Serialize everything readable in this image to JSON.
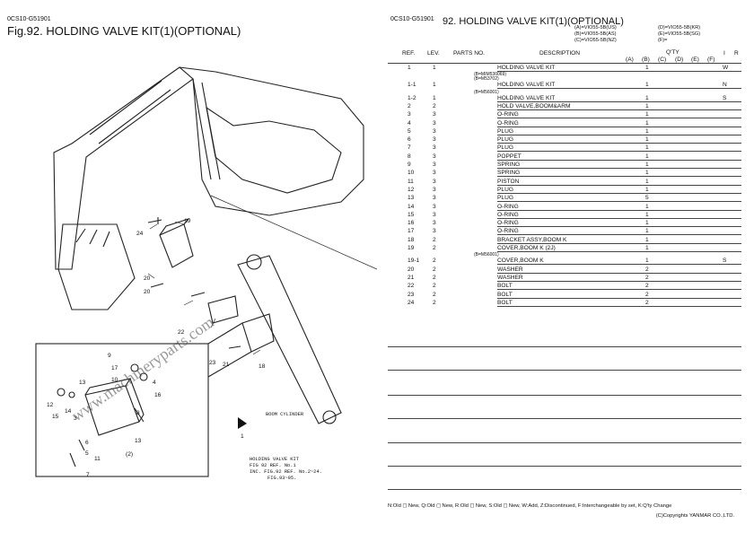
{
  "left": {
    "page_code": "0CS10-G51901",
    "fig_title": "Fig.92.  HOLDING VALVE KIT(1)(OPTIONAL)",
    "watermark": "www.machineryparts.com",
    "callouts": [
      "19",
      "24",
      "20",
      "20",
      "22",
      "21",
      "23",
      "18",
      "13",
      "9",
      "17",
      "10",
      "4",
      "16",
      "12",
      "15",
      "14",
      "3",
      "6",
      "8",
      "5",
      "(2)",
      "11",
      "7",
      "1",
      "13"
    ],
    "boom_cylinder_label": "BOOM CYLINDER",
    "note_lines": [
      "HOLDING VALVE KIT",
      "FIG 92 REF. No.1",
      "INC. FIG.92 REF. No.2~24.",
      "FIG.93~95."
    ]
  },
  "right": {
    "page_code": "0CS10-G51901",
    "title": "92.  HOLDING VALVE KIT(1)(OPTIONAL)",
    "variants_left": [
      "(A)=VIO55-5B(US)",
      "(B)=VIO55-5B(AS)",
      "(C)=VIO55-5B(NZ)"
    ],
    "variants_right": [
      "(D)=VIO55-5B(KR)",
      "(E)=VIO55-5B(SG)",
      "(F)="
    ],
    "headers": {
      "ref": "REF.",
      "lev": "LEV.",
      "parts": "PARTS NO.",
      "desc": "DESCRIPTION",
      "qty": "Q'TY",
      "i": "I",
      "r": "R",
      "a": "(A)",
      "b": "(B)",
      "c": "(C)",
      "d": "(D)",
      "e": "(E)",
      "f": "(F)"
    },
    "rows": [
      {
        "ref": "1",
        "lev": "1",
        "desc": "HOLDING VALVE KIT",
        "qty": "1",
        "ir": "W",
        "sub": "(B=MIM530069)"
      },
      {
        "ref": "1-1",
        "lev": "1",
        "desc": "HOLDING VALVE KIT",
        "qty": "1",
        "ir": "N",
        "sub": "(B=M53702)"
      },
      {
        "ref": "1-2",
        "lev": "1",
        "desc": "HOLDING VALVE KIT",
        "qty": "1",
        "ir": "S",
        "sub": "(B=M56001)"
      },
      {
        "ref": "2",
        "lev": "2",
        "desc": "HOLD VALVE,BOOM&ARM",
        "qty": "1",
        "ir": ""
      },
      {
        "ref": "3",
        "lev": "3",
        "desc": "O-RING",
        "qty": "1",
        "ir": ""
      },
      {
        "ref": "4",
        "lev": "3",
        "desc": "O-RING",
        "qty": "1",
        "ir": ""
      },
      {
        "ref": "5",
        "lev": "3",
        "desc": "PLUG",
        "qty": "1",
        "ir": ""
      },
      {
        "ref": "6",
        "lev": "3",
        "desc": "PLUG",
        "qty": "1",
        "ir": ""
      },
      {
        "ref": "7",
        "lev": "3",
        "desc": "PLUG",
        "qty": "1",
        "ir": ""
      },
      {
        "ref": "8",
        "lev": "3",
        "desc": "POPPET",
        "qty": "1",
        "ir": ""
      },
      {
        "ref": "9",
        "lev": "3",
        "desc": "SPRING",
        "qty": "1",
        "ir": ""
      },
      {
        "ref": "10",
        "lev": "3",
        "desc": "SPRING",
        "qty": "1",
        "ir": ""
      },
      {
        "ref": "11",
        "lev": "3",
        "desc": "PISTON",
        "qty": "1",
        "ir": ""
      },
      {
        "ref": "12",
        "lev": "3",
        "desc": "PLUG",
        "qty": "1",
        "ir": ""
      },
      {
        "ref": "13",
        "lev": "3",
        "desc": "PLUG",
        "qty": "5",
        "ir": ""
      },
      {
        "ref": "14",
        "lev": "3",
        "desc": "O-RING",
        "qty": "1",
        "ir": ""
      },
      {
        "ref": "15",
        "lev": "3",
        "desc": "O-RING",
        "qty": "1",
        "ir": ""
      },
      {
        "ref": "16",
        "lev": "3",
        "desc": "O-RING",
        "qty": "1",
        "ir": ""
      },
      {
        "ref": "17",
        "lev": "3",
        "desc": "O-RING",
        "qty": "1",
        "ir": ""
      },
      {
        "ref": "18",
        "lev": "2",
        "desc": "BRACKET ASSY,BOOM K",
        "qty": "1",
        "ir": ""
      },
      {
        "ref": "19",
        "lev": "2",
        "desc": "COVER,BOOM K (2J)",
        "qty": "1",
        "ir": ""
      },
      {
        "ref": "19-1",
        "lev": "2",
        "desc": "COVER,BOOM K",
        "qty": "1",
        "ir": "S",
        "sub": "(B=M56001)"
      },
      {
        "ref": "20",
        "lev": "2",
        "desc": "WASHER",
        "qty": "2",
        "ir": ""
      },
      {
        "ref": "21",
        "lev": "2",
        "desc": "WASHER",
        "qty": "2",
        "ir": ""
      },
      {
        "ref": "22",
        "lev": "2",
        "desc": "BOLT",
        "qty": "2",
        "ir": ""
      },
      {
        "ref": "23",
        "lev": "2",
        "desc": "BOLT",
        "qty": "2",
        "ir": ""
      },
      {
        "ref": "24",
        "lev": "2",
        "desc": "BOLT",
        "qty": "2",
        "ir": ""
      }
    ],
    "footer": "N:Old ◻ New, Q:Old ◻ New, R:Old ◻ New, S:Old ◻ New, W:Add, Z:Discontinued, F:Interchangeable by set, K:Q'ty Change",
    "copyright": "(C)Copyrights YANMAR CO.,LTD."
  }
}
